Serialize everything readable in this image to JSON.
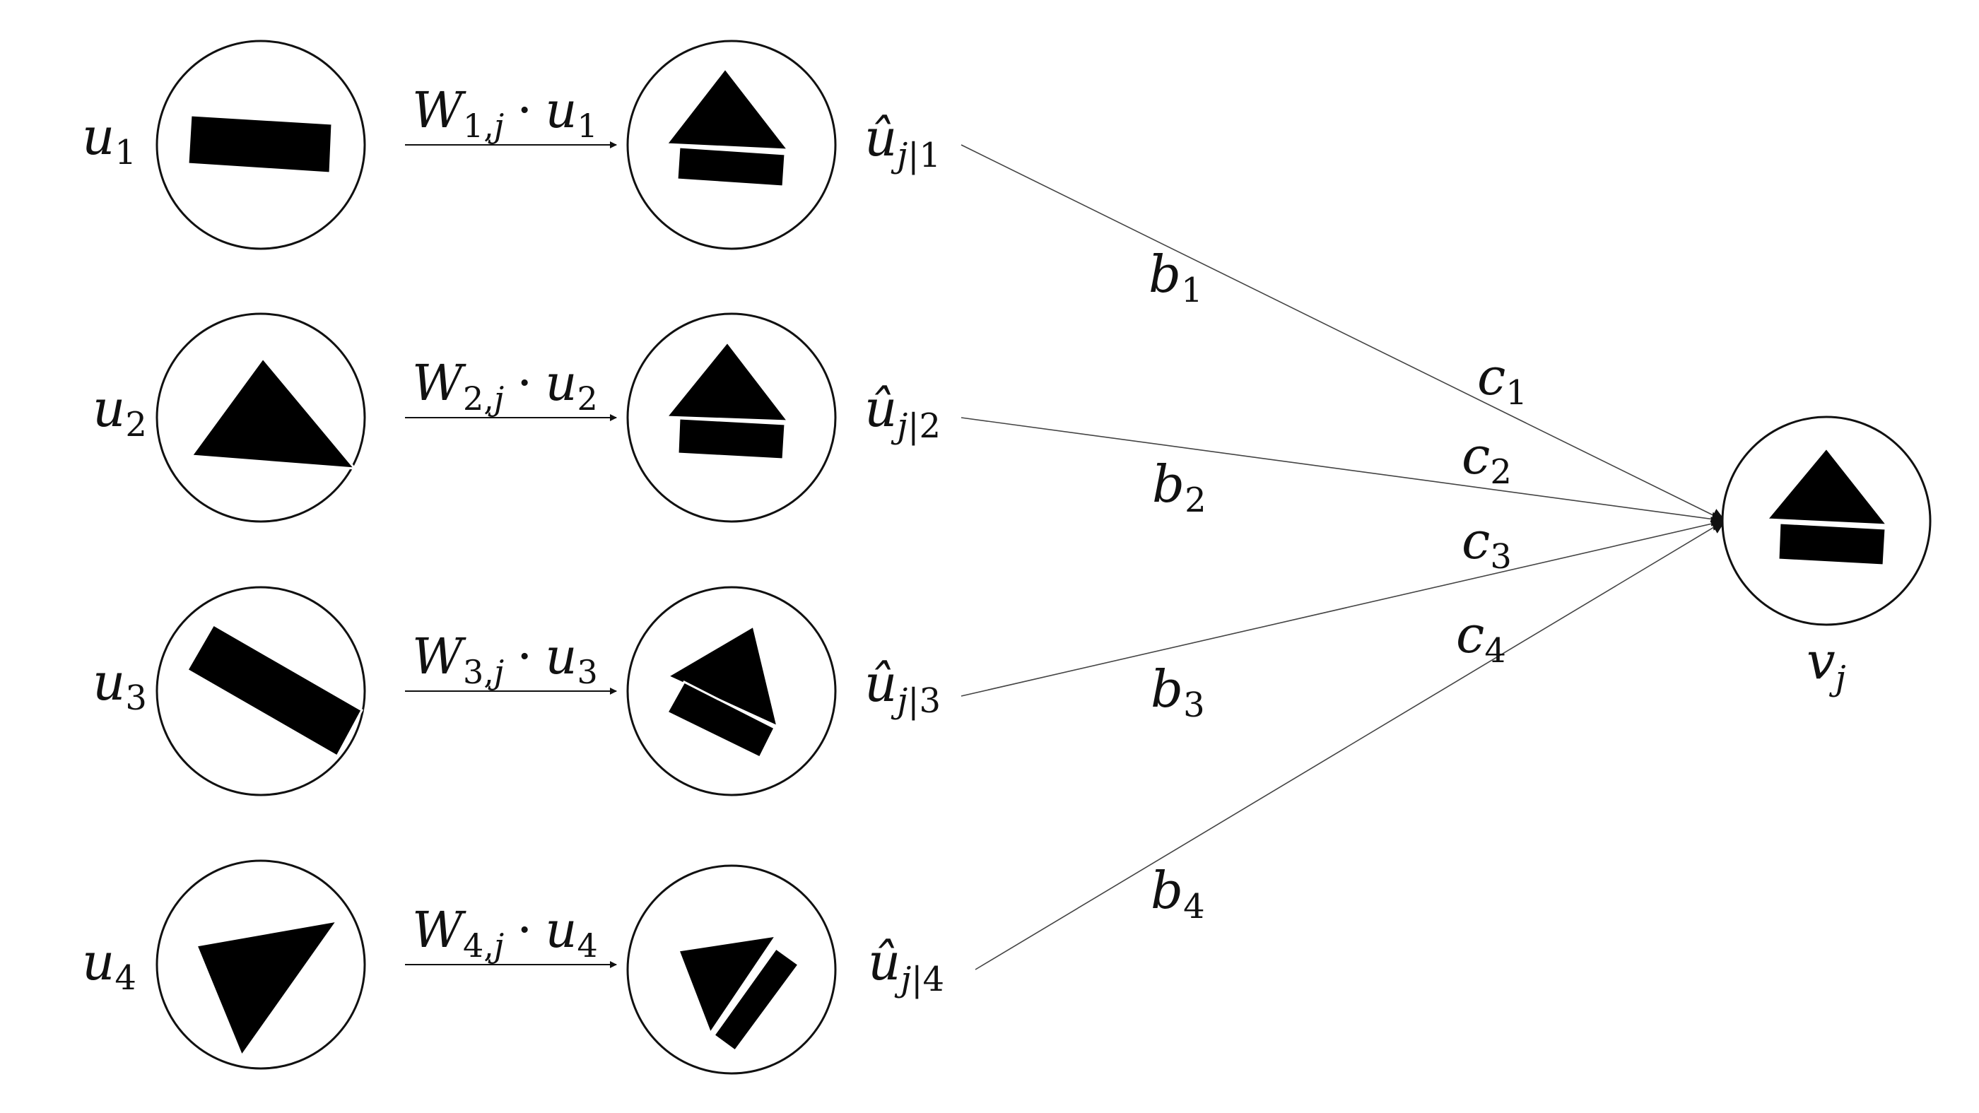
{
  "inputs": [
    {
      "symbol": "u",
      "sub": "1",
      "shape": "bar-icon"
    },
    {
      "symbol": "u",
      "sub": "2",
      "shape": "triangle-icon"
    },
    {
      "symbol": "u",
      "sub": "3",
      "shape": "tilted-bar-icon"
    },
    {
      "symbol": "u",
      "sub": "4",
      "shape": "inverted-triangle-icon"
    }
  ],
  "transforms": [
    {
      "w": "W",
      "w_sub": "1,",
      "w_sub_j": "j",
      "dot": "·",
      "u": "u",
      "u_sub": "1"
    },
    {
      "w": "W",
      "w_sub": "2,",
      "w_sub_j": "j",
      "dot": "·",
      "u": "u",
      "u_sub": "2"
    },
    {
      "w": "W",
      "w_sub": "3,",
      "w_sub_j": "j",
      "dot": "·",
      "u": "u",
      "u_sub": "3"
    },
    {
      "w": "W",
      "w_sub": "4,",
      "w_sub_j": "j",
      "dot": "·",
      "u": "u",
      "u_sub": "4"
    }
  ],
  "predictions": [
    {
      "symbol": "û",
      "sub_j": "j",
      "sub_rest": "|1",
      "shape": "house-icon"
    },
    {
      "symbol": "û",
      "sub_j": "j",
      "sub_rest": "|2",
      "shape": "house-icon"
    },
    {
      "symbol": "û",
      "sub_j": "j",
      "sub_rest": "|3",
      "shape": "tilted-house-icon"
    },
    {
      "symbol": "û",
      "sub_j": "j",
      "sub_rest": "|4",
      "shape": "rotated-house-icon"
    }
  ],
  "couplings_b": [
    {
      "symbol": "b",
      "sub": "1"
    },
    {
      "symbol": "b",
      "sub": "2"
    },
    {
      "symbol": "b",
      "sub": "3"
    },
    {
      "symbol": "b",
      "sub": "4"
    }
  ],
  "couplings_c": [
    {
      "symbol": "c",
      "sub": "1"
    },
    {
      "symbol": "c",
      "sub": "2"
    },
    {
      "symbol": "c",
      "sub": "3"
    },
    {
      "symbol": "c",
      "sub": "4"
    }
  ],
  "output": {
    "symbol": "v",
    "sub": "j",
    "shape": "house-icon"
  }
}
